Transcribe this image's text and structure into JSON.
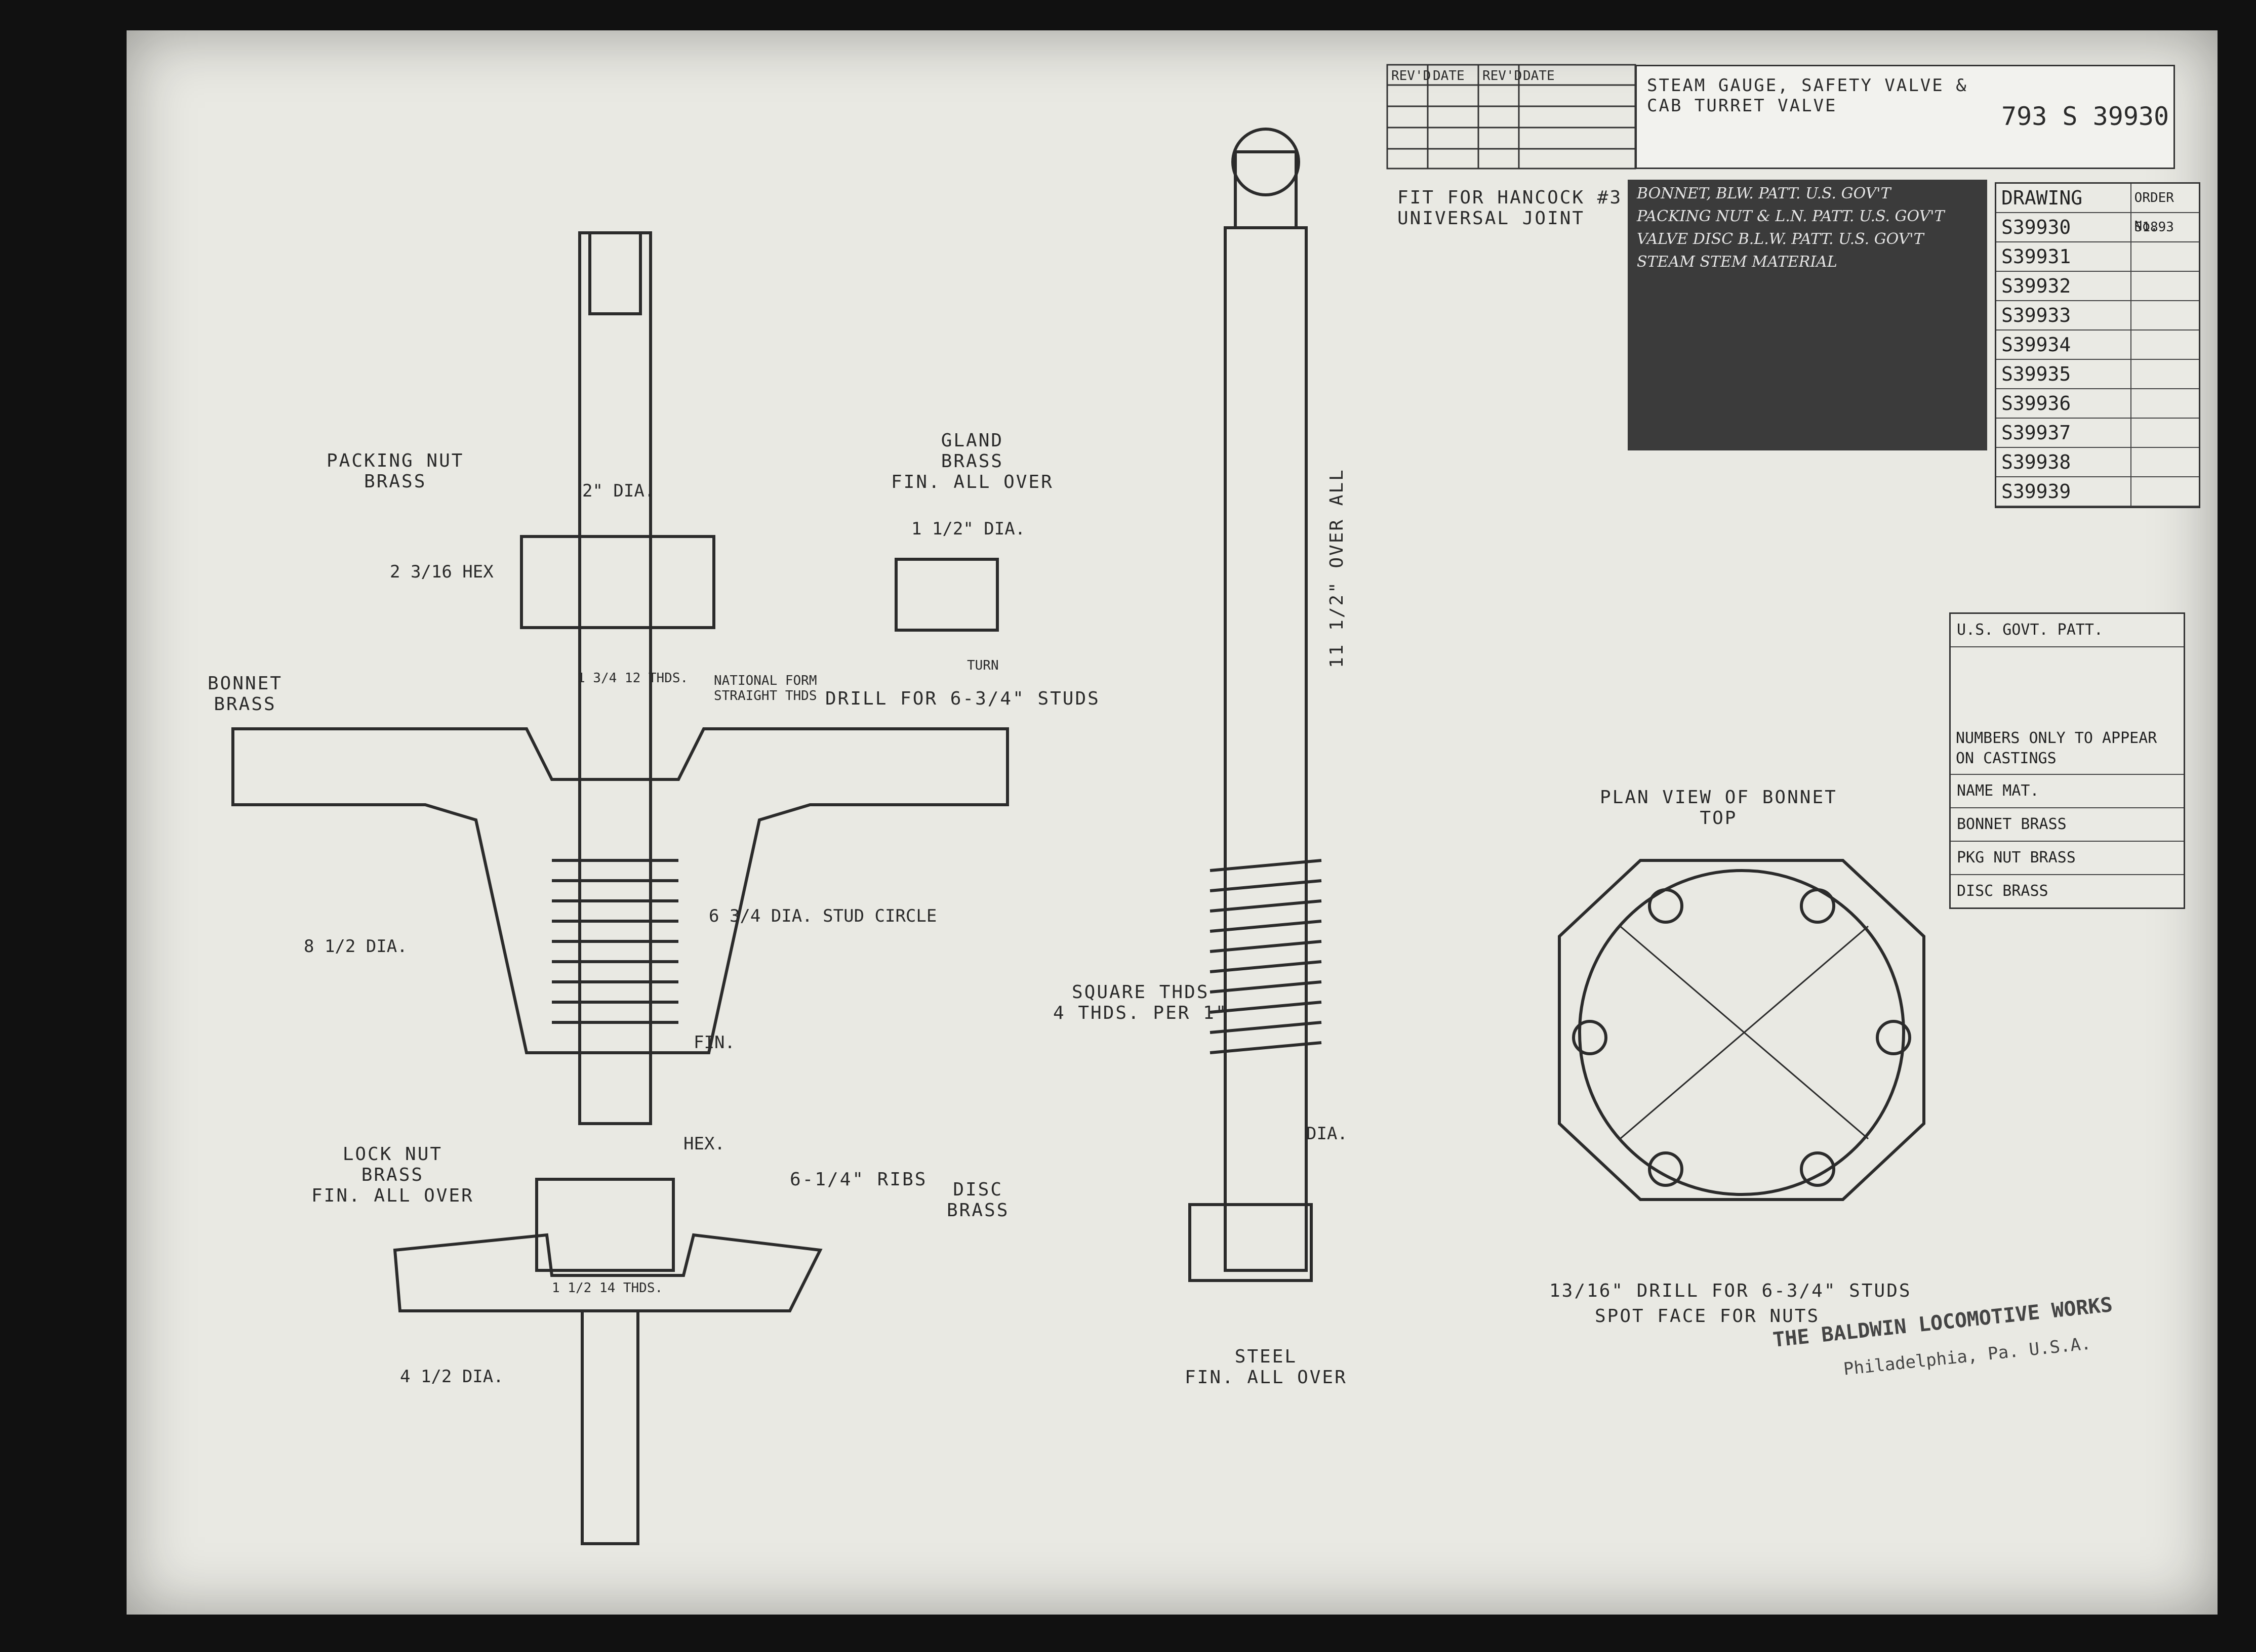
{
  "title_block": {
    "title_line1": "STEAM GAUGE, SAFETY VALVE & CAB TURRET VALVE",
    "drawing_number": "793 S 39930",
    "revision_headers": [
      "REV'D",
      "DATE",
      "REV'D",
      "DATE"
    ]
  },
  "stamp_notes": [
    "BONNET, BLW. PATT. U.S. GOV'T",
    "PACKING NUT & L.N. PATT. U.S. GOV'T",
    "VALVE DISC B.L.W. PATT. U.S. GOV'T",
    "STEAM STEM MATERIAL"
  ],
  "drawings_list": {
    "header": "DRAWING",
    "order_header": "ORDER No.",
    "numbers": [
      "S39930",
      "S39931",
      "S39932",
      "S39933",
      "S39934",
      "S39935",
      "S39936",
      "S39937",
      "S39938",
      "S39939"
    ],
    "first_order": "S1893"
  },
  "patt_box": {
    "header": "U.S. GOVT. PATT.",
    "note": "NUMBERS ONLY TO APPEAR ON CASTINGS",
    "rows": [
      "NAME  MAT.",
      "BONNET BRASS",
      "PKG NUT BRASS",
      "DISC  BRASS"
    ]
  },
  "labels": {
    "packing_nut": "PACKING NUT\nBRASS",
    "bonnet": "BONNET\nBRASS",
    "gland": "GLAND\nBRASS\nFIN. ALL OVER",
    "lock_nut": "LOCK NUT\nBRASS\nFIN. ALL OVER",
    "disc": "DISC\nBRASS",
    "hancock": "FIT FOR HANCOCK #3\nUNIVERSAL JOINT",
    "square_thds": "SQUARE THDS\n4 THDS. PER 1\"",
    "steel": "STEEL\nFIN. ALL OVER",
    "plan_view": "PLAN VIEW OF BONNET\nTOP",
    "drill_studs": "13/16\" DRILL FOR 6-3/4\" STUDS",
    "spot_face": "SPOT FACE FOR NUTS",
    "drill_for": "DRILL FOR 6-3/4\" STUDS",
    "national_form": "NATIONAL FORM\nSTRAIGHT THDS",
    "over_all": "11 1/2\" OVER ALL",
    "ribs": "6-1/4\" RIBS",
    "hex": "2 3/16 HEX",
    "stud_circle": "6 3/4 DIA. STUD CIRCLE",
    "dia_8_half": "8 1/2 DIA.",
    "dia_2": "2\" DIA.",
    "dia_1_half": "1 1/2\" DIA.",
    "dia_4_half": "4 1/2 DIA.",
    "thds_12": "1 3/4 12 THDS.",
    "thds_14": "1 1/2 14 THDS.",
    "fin": "FIN.",
    "hex_short": "HEX.",
    "dia": "DIA.",
    "turn": "TURN",
    "baldwin": "THE BALDWIN LOCOMOTIVE WORKS",
    "philadelphia": "Philadelphia, Pa.  U.S.A."
  }
}
